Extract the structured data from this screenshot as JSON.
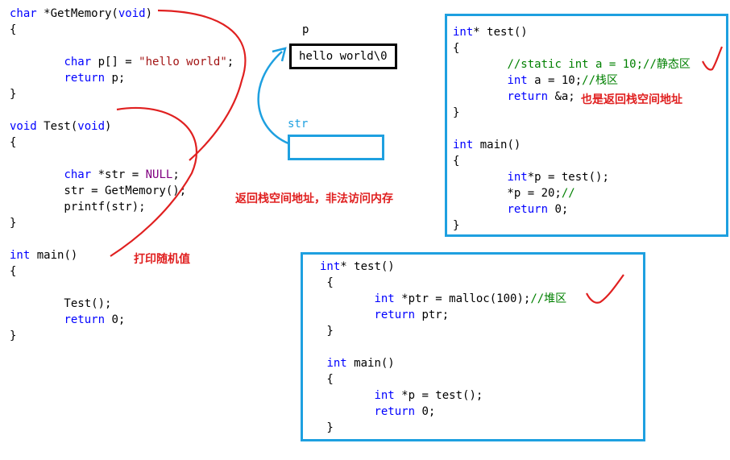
{
  "left_code": [
    [
      {
        "t": "char",
        "c": "kw"
      },
      {
        "t": " *GetMemory("
      },
      {
        "t": "void",
        "c": "kw"
      },
      {
        "t": ")"
      }
    ],
    [
      {
        "t": "{"
      }
    ],
    [],
    [
      {
        "t": "        "
      },
      {
        "t": "char",
        "c": "kw"
      },
      {
        "t": " p[] = "
      },
      {
        "t": "\"hello world\"",
        "c": "str"
      },
      {
        "t": ";"
      }
    ],
    [
      {
        "t": "        "
      },
      {
        "t": "return",
        "c": "kw"
      },
      {
        "t": " p;"
      }
    ],
    [
      {
        "t": "}"
      }
    ],
    [],
    [
      {
        "t": "void",
        "c": "kw"
      },
      {
        "t": " Test("
      },
      {
        "t": "void",
        "c": "kw"
      },
      {
        "t": ")"
      }
    ],
    [
      {
        "t": "{"
      }
    ],
    [],
    [
      {
        "t": "        "
      },
      {
        "t": "char",
        "c": "kw"
      },
      {
        "t": " *str = "
      },
      {
        "t": "NULL",
        "c": "null"
      },
      {
        "t": ";"
      }
    ],
    [
      {
        "t": "        str = GetMemory();"
      }
    ],
    [
      {
        "t": "        printf(str);"
      }
    ],
    [
      {
        "t": "}"
      }
    ],
    [],
    [
      {
        "t": "int",
        "c": "kw"
      },
      {
        "t": " main()"
      }
    ],
    [
      {
        "t": "{"
      }
    ],
    [],
    [
      {
        "t": "        Test();"
      }
    ],
    [
      {
        "t": "        "
      },
      {
        "t": "return",
        "c": "kw"
      },
      {
        "t": " 0;"
      }
    ],
    [
      {
        "t": "}"
      }
    ]
  ],
  "box1_code": [
    [
      {
        "t": "int",
        "c": "kw"
      },
      {
        "t": "* test()"
      }
    ],
    [
      {
        "t": "{"
      }
    ],
    [
      {
        "t": "        "
      },
      {
        "t": "//static int a = 10;//静态区",
        "c": "cm"
      }
    ],
    [
      {
        "t": "        "
      },
      {
        "t": "int",
        "c": "kw"
      },
      {
        "t": " a = 10;"
      },
      {
        "t": "//栈区",
        "c": "cm"
      }
    ],
    [
      {
        "t": "        "
      },
      {
        "t": "return",
        "c": "kw"
      },
      {
        "t": " &a;"
      }
    ],
    [
      {
        "t": "}"
      }
    ],
    [],
    [
      {
        "t": "int",
        "c": "kw"
      },
      {
        "t": " main()"
      }
    ],
    [
      {
        "t": "{"
      }
    ],
    [
      {
        "t": "        "
      },
      {
        "t": "int",
        "c": "kw"
      },
      {
        "t": "*p = test();"
      }
    ],
    [
      {
        "t": "        *p = 20;"
      },
      {
        "t": "//",
        "c": "cm"
      }
    ],
    [
      {
        "t": "        "
      },
      {
        "t": "return",
        "c": "kw"
      },
      {
        "t": " 0;"
      }
    ],
    [
      {
        "t": "}"
      }
    ]
  ],
  "box2_code": [
    [
      {
        "t": "int",
        "c": "kw"
      },
      {
        "t": "* test()"
      }
    ],
    [
      {
        "t": " {"
      }
    ],
    [
      {
        "t": "        "
      },
      {
        "t": "int",
        "c": "kw"
      },
      {
        "t": " *ptr = malloc(100);"
      },
      {
        "t": "//堆区",
        "c": "cm"
      }
    ],
    [
      {
        "t": "        "
      },
      {
        "t": "return",
        "c": "kw"
      },
      {
        "t": " ptr;"
      }
    ],
    [
      {
        "t": " }"
      }
    ],
    [],
    [
      {
        "t": " "
      },
      {
        "t": "int",
        "c": "kw"
      },
      {
        "t": " main()"
      }
    ],
    [
      {
        "t": " {"
      }
    ],
    [
      {
        "t": "        "
      },
      {
        "t": "int",
        "c": "kw"
      },
      {
        "t": " *p = test();"
      }
    ],
    [
      {
        "t": "        "
      },
      {
        "t": "return",
        "c": "kw"
      },
      {
        "t": " 0;"
      }
    ],
    [
      {
        "t": " }"
      }
    ]
  ],
  "memory": {
    "p_label": "p",
    "p_value": "hello world\\0",
    "str_label": "str"
  },
  "notes": {
    "random_value": "打印随机值",
    "illegal_access": "返回栈空间地址，非法访问内存",
    "also_stack": "也是返回栈空间地址"
  },
  "colors": {
    "keyword": "#0000ff",
    "string": "#a31515",
    "comment": "#008000",
    "annotation": "#e02020",
    "box_border": "#1ea0e0"
  }
}
